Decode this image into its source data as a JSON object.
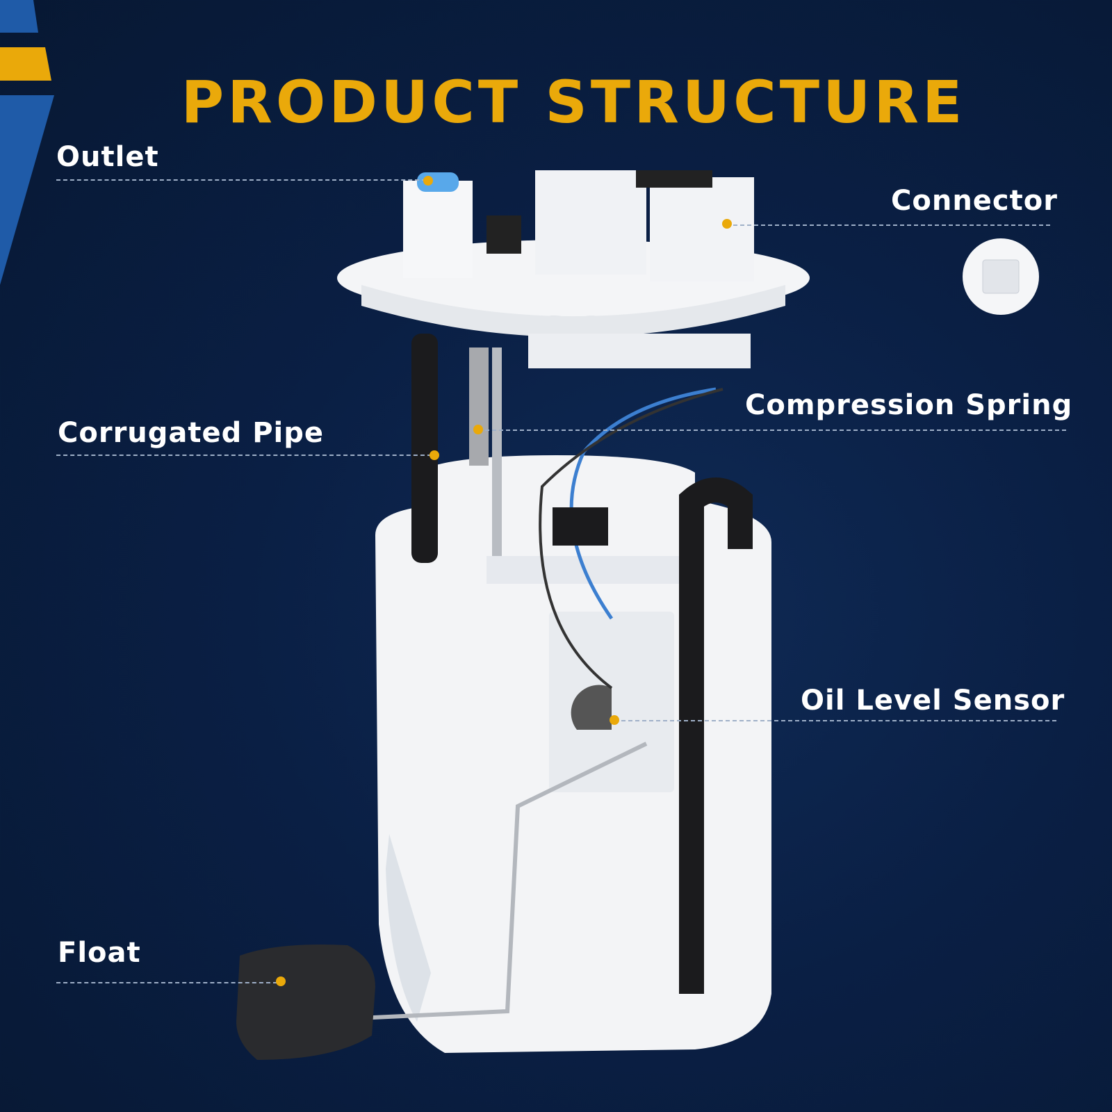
{
  "title": "PRODUCT STRUCTURE",
  "labels": {
    "outlet": "Outlet",
    "connector": "Connector",
    "corrugated_pipe": "Corrugated Pipe",
    "compression_spring": "Compression Spring",
    "oil_level_sensor": "Oil Level Sensor",
    "float": "Float"
  },
  "colors": {
    "accent": "#eaa90a",
    "background": "#0a1f44",
    "stripe_blue": "#1f5ba8"
  }
}
